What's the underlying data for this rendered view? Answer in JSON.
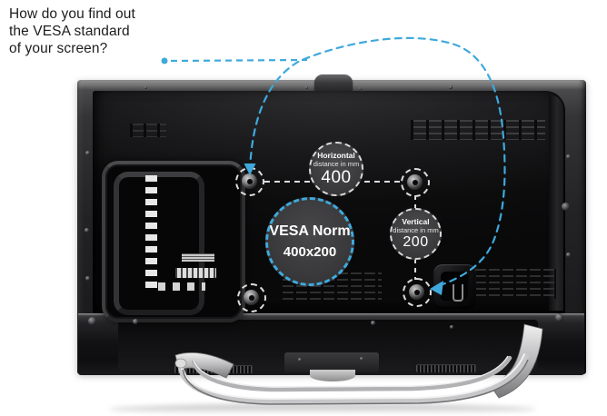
{
  "question": {
    "lines": [
      "How do you find out",
      "the VESA standard",
      "of your screen?"
    ]
  },
  "vesa": {
    "norm_title": "VESA Norm",
    "norm_value": "400x200",
    "horizontal": {
      "label_line1": "Horizontal",
      "label_line2": "distance in mm",
      "value": "400"
    },
    "vertical": {
      "label_line1": "Vertical",
      "label_line2": "distance in mm",
      "value": "200"
    }
  },
  "colors": {
    "accent_blue": "#3FA9DC",
    "dash_white": "#DCDCDC",
    "circle_fill": "#3A3A3C",
    "tv_black": "#0B0B0C",
    "background": "#FFFFFF"
  }
}
